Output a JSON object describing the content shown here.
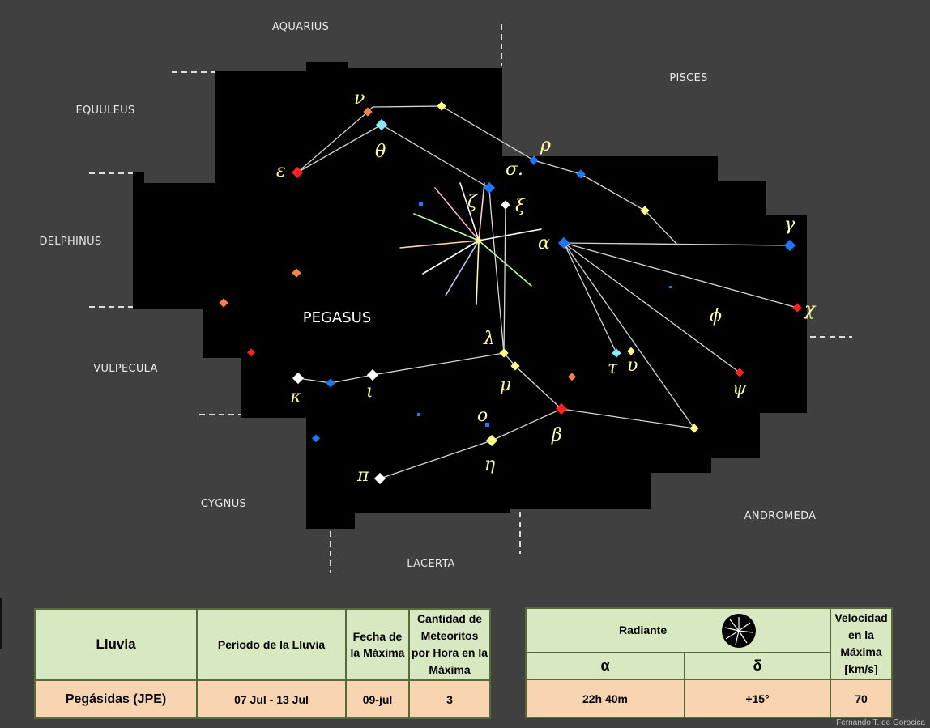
{
  "map": {
    "main_label": "PEGASUS",
    "neighbors": {
      "aquarius": "AQUARIUS",
      "pisces": "PISCES",
      "equuleus": "EQUULEUS",
      "delphinus": "DELPHINUS",
      "vulpecula": "VULPECULA",
      "cygnus": "CYGNUS",
      "lacerta": "LACERTA",
      "andromeda": "ANDROMEDA"
    },
    "greek": {
      "epsilon": "ε",
      "nu": "ν",
      "theta": "θ",
      "rho": "ρ",
      "sigma": "σ.",
      "zeta": "ζ",
      "xi": "ξ",
      "alpha": "α",
      "gamma": "γ",
      "chi": "χ",
      "phi": "ϕ",
      "lambda": "λ",
      "tau": "τ",
      "upsilon": "υ",
      "psi": "ψ",
      "kappa": "κ",
      "iota": "ι",
      "mu": "μ",
      "omicron": "ο",
      "beta": "β",
      "eta": "η",
      "pi": "π"
    },
    "colors": {
      "background": "#404040",
      "sky": "#000000",
      "line": "#dcdcdc",
      "greek_label": "#ffff99"
    }
  },
  "table_left": {
    "headers": {
      "shower": "Lluvia",
      "period": "Período de la Lluvia",
      "peak_date": "Fecha de la Máxima",
      "rate": "Cantidad de Meteoritos por Hora en la Máxima"
    },
    "values": {
      "shower": "Pegásidas (JPE)",
      "period": "07 Jul - 13 Jul",
      "peak_date": "09-jul",
      "rate": "3"
    }
  },
  "table_right": {
    "headers": {
      "radiant": "Radiante",
      "alpha": "α",
      "delta": "δ",
      "velocity": "Velocidad en la Máxima [km/s]"
    },
    "values": {
      "alpha": "22h 40m",
      "delta": "+15°",
      "velocity": "70"
    }
  },
  "credit": "Fernando T. de Gorocica"
}
